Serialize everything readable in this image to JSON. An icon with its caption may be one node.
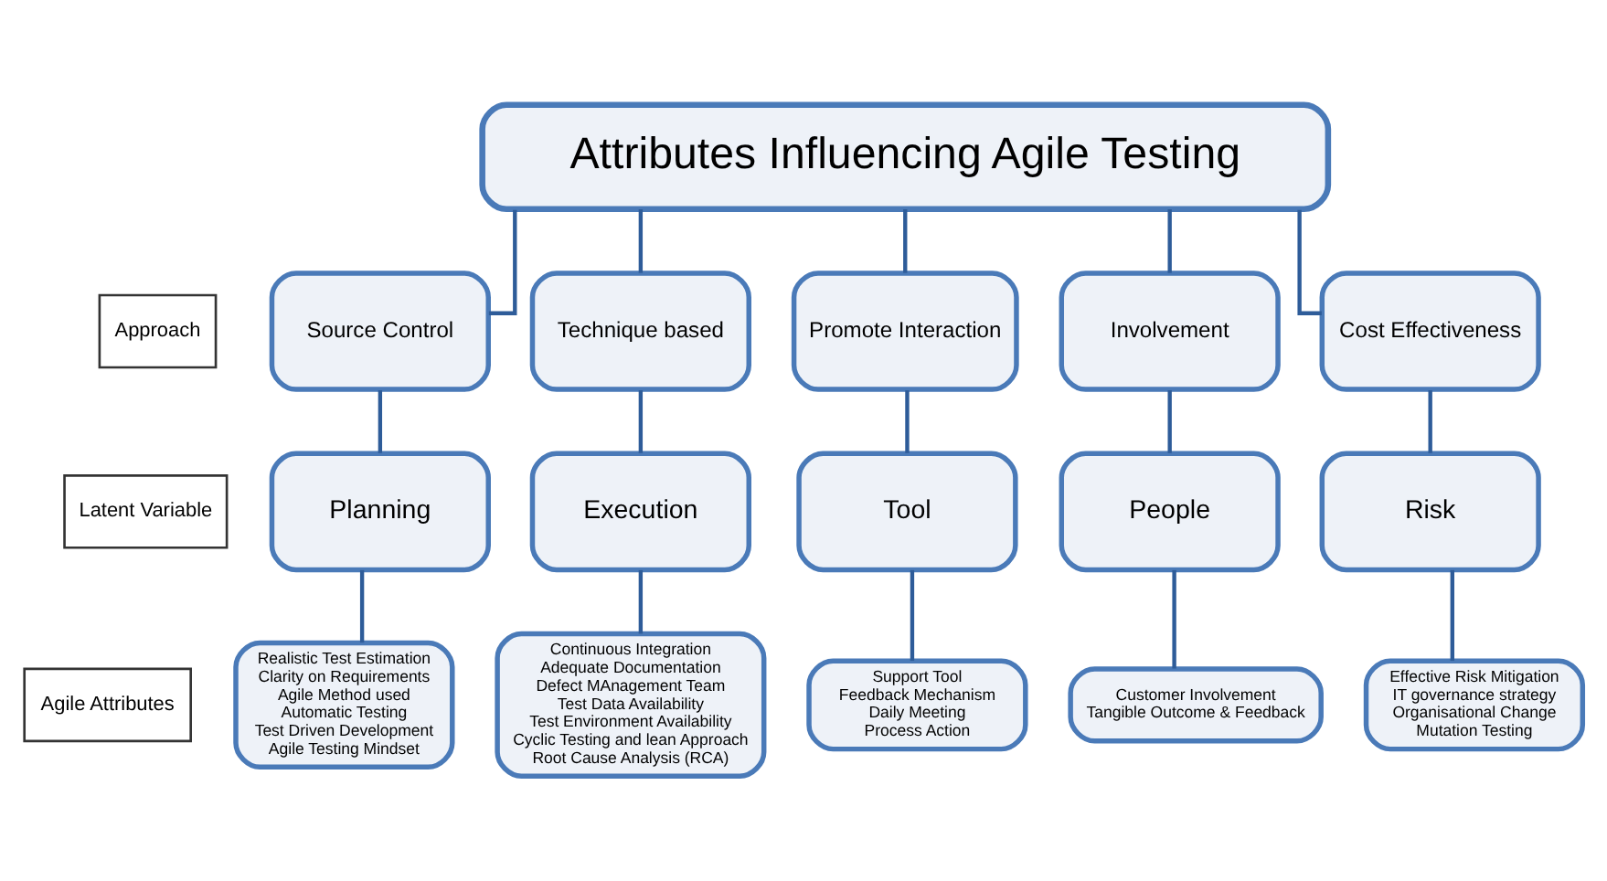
{
  "diagram": {
    "nodes": [
      {
        "text": [
          "Attributes Influencing Agile Testing"
        ]
      },
      {
        "text": [
          "Source Control"
        ]
      },
      {
        "text": [
          "Technique based"
        ]
      },
      {
        "text": [
          "Promote Interaction"
        ]
      },
      {
        "text": [
          "Involvement"
        ]
      },
      {
        "text": [
          "Cost Effectiveness"
        ]
      },
      {
        "text": [
          "Planning"
        ]
      },
      {
        "text": [
          "Execution"
        ]
      },
      {
        "text": [
          "Tool"
        ]
      },
      {
        "text": [
          "People"
        ]
      },
      {
        "text": [
          "Risk"
        ]
      },
      {
        "text": [
          "Realistic Test Estimation",
          "Clarity on Requirements",
          "Agile Method used",
          "Automatic Testing",
          "Test Driven Development",
          "Agile Testing Mindset"
        ]
      },
      {
        "text": [
          "Continuous Integration",
          "Adequate Documentation",
          "Defect MAnagement Team",
          "Test Data Availability",
          "Test Environment Availability",
          "Cyclic Testing and lean Approach",
          "Root Cause Analysis (RCA)"
        ]
      },
      {
        "text": [
          "Support Tool",
          "Feedback Mechanism",
          "Daily Meeting",
          "Process Action"
        ]
      },
      {
        "text": [
          "Customer Involvement",
          "Tangible Outcome & Feedback"
        ]
      },
      {
        "text": [
          "Effective Risk Mitigation",
          "IT governance strategy",
          "Organisational Change",
          "Mutation Testing"
        ]
      },
      {
        "text": [
          "Approach"
        ]
      },
      {
        "text": [
          "Latent Variable"
        ]
      },
      {
        "text": [
          "Agile Attributes"
        ]
      }
    ],
    "edges": [
      {
        "from": 0,
        "to": 1,
        "arrow": "none"
      },
      {
        "from": 0,
        "to": 2,
        "arrow": "none"
      },
      {
        "from": 0,
        "to": 3,
        "arrow": "none"
      },
      {
        "from": 0,
        "to": 4,
        "arrow": "none"
      },
      {
        "from": 0,
        "to": 5,
        "arrow": "none"
      },
      {
        "from": 1,
        "to": 6,
        "arrow": "none"
      },
      {
        "from": 2,
        "to": 7,
        "arrow": "none"
      },
      {
        "from": 3,
        "to": 8,
        "arrow": "none"
      },
      {
        "from": 4,
        "to": 9,
        "arrow": "none"
      },
      {
        "from": 5,
        "to": 10,
        "arrow": "none"
      },
      {
        "from": 6,
        "to": 11,
        "arrow": "none"
      },
      {
        "from": 7,
        "to": 12,
        "arrow": "none"
      },
      {
        "from": 8,
        "to": 13,
        "arrow": "none"
      },
      {
        "from": 9,
        "to": 14,
        "arrow": "none"
      },
      {
        "from": 10,
        "to": 15,
        "arrow": "none"
      }
    ]
  }
}
